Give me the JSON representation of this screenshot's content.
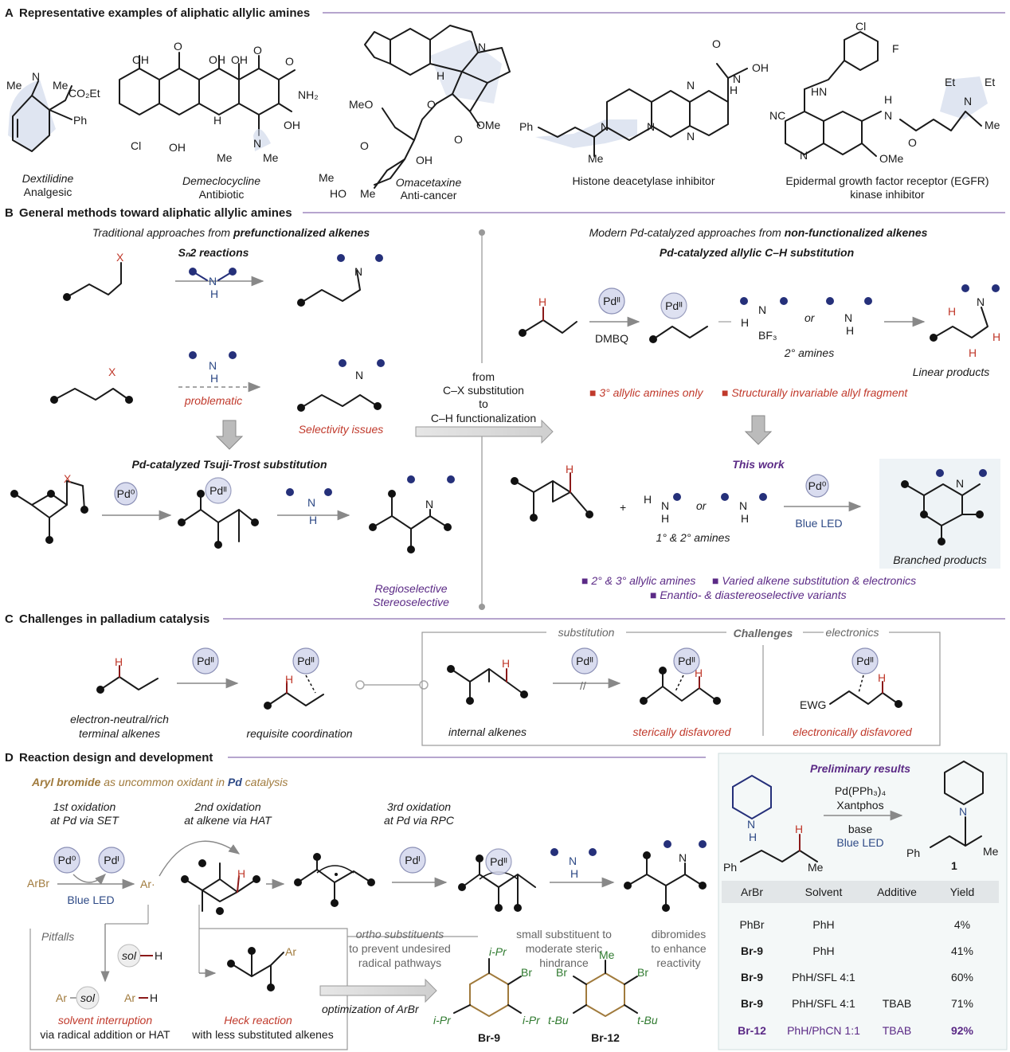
{
  "panelA": {
    "letter": "A",
    "title": "Representative examples of aliphatic allylic amines",
    "compounds": [
      {
        "name": "Dextilidine",
        "use": "Analgesic"
      },
      {
        "name": "Demeclocycline",
        "use": "Antibiotic"
      },
      {
        "name": "Omacetaxine",
        "use": "Anti-cancer"
      },
      {
        "name": "Histone deacetylase inhibitor",
        "use": ""
      },
      {
        "name": "Epidermal growth factor receptor (EGFR)",
        "use": "kinase inhibitor"
      }
    ],
    "atoms": {
      "me": "Me",
      "n": "N",
      "co2et": "CO₂Et",
      "ph": "Ph",
      "oh": "OH",
      "o": "O",
      "nh2": "NH₂",
      "cl": "Cl",
      "h": "H",
      "meo": "MeO",
      "ome": "OMe",
      "ho": "HO",
      "f": "F",
      "hn": "HN",
      "cn": "NC",
      "et": "Et"
    }
  },
  "panelB": {
    "letter": "B",
    "title": "General methods toward aliphatic allylic amines",
    "left_heading_pre": "Traditional approaches from ",
    "left_heading_bold": "prefunctionalized alkenes",
    "sn2": "Sₙ2 reactions",
    "problematic": "problematic",
    "selectivity": "Selectivity issues",
    "tsuji": "Pd-catalyzed Tsuji-Trost substitution",
    "regio": "Regioselective",
    "stereo": "Stereoselective",
    "center": [
      "from",
      "C–X substitution",
      "to",
      "C–H functionalization"
    ],
    "right_heading_pre": "Modern Pd-catalyzed approaches from ",
    "right_heading_bold": "non-functionalized alkenes",
    "ch_sub": "Pd-catalyzed allylic C–H substitution",
    "dmbq": "DMBQ",
    "or": "or",
    "amines2": "2° amines",
    "linear": "Linear products",
    "limits": [
      "■ 3° allylic amines only",
      "■ Structurally invariable allyl fragment"
    ],
    "this_work": "This work",
    "amines12": "1° & 2° amines",
    "blue_led": "Blue LED",
    "branched": "Branched products",
    "benefits": [
      "■ 2° & 3° allylic amines",
      "■ Varied alkene substitution & electronics",
      "■ Enantio- & diastereoselective variants"
    ],
    "pd0": "Pd⁰",
    "pd2": "Pdᴵᴵ",
    "x": "X",
    "bf3": "BF₃"
  },
  "panelC": {
    "letter": "C",
    "title": "Challenges in palladium catalysis",
    "terminal": [
      "electron-neutral/rich",
      "terminal alkenes"
    ],
    "coordination": "requisite coordination",
    "substitution": "substitution",
    "challenges": "Challenges",
    "electronics": "electronics",
    "internal": "internal alkenes",
    "steric": "sterically disfavored",
    "electronic": "electronically disfavored",
    "ewg": "EWG"
  },
  "panelD": {
    "letter": "D",
    "title": "Reaction design and development",
    "subtitle_a": "Aryl bromide",
    "subtitle_b": " as uncommon oxidant in ",
    "subtitle_c": "Pd",
    "subtitle_d": " catalysis",
    "ox1": [
      "1st oxidation",
      "at Pd via SET"
    ],
    "ox2": [
      "2nd oxidation",
      "at alkene via HAT"
    ],
    "ox3": [
      "3rd oxidation",
      "at Pd via RPC"
    ],
    "arbr": "ArBr",
    "ar": "Ar·",
    "pd1": "Pdᴵ",
    "pitfalls": "Pitfalls",
    "sol": "sol",
    "solvent_int": "solvent interruption",
    "via_rad": "via radical addition or HAT",
    "heck": "Heck reaction",
    "heck2": "with less substituted alkenes",
    "optim": "optimization of ArBr",
    "notes": [
      [
        "ortho substituents",
        "to prevent undesired",
        "radical pathways"
      ],
      [
        "small substituent to",
        "moderate steric",
        "hindrance"
      ],
      [
        "dibromides",
        "to enhance",
        "reactivity"
      ]
    ],
    "br9": "Br-9",
    "br12": "Br-12",
    "ipr": "i-Pr",
    "tbu": "t-Bu",
    "br": "Br"
  },
  "prelim": {
    "title": "Preliminary results",
    "cond": [
      "Pd(PPh₃)₄",
      "Xantphos",
      "base",
      "Blue LED"
    ],
    "product": "1",
    "columns": [
      "ArBr",
      "Solvent",
      "Additive",
      "Yield"
    ],
    "rows": [
      [
        "PhBr",
        "PhH",
        "",
        "4%"
      ],
      [
        "Br-9",
        "PhH",
        "",
        "41%"
      ],
      [
        "Br-9",
        "PhH/SFL 4:1",
        "",
        "60%"
      ],
      [
        "Br-9",
        "PhH/SFL 4:1",
        "TBAB",
        "71%"
      ],
      [
        "Br-12",
        "PhH/PhCN 1:1",
        "TBAB",
        "92%"
      ]
    ]
  }
}
